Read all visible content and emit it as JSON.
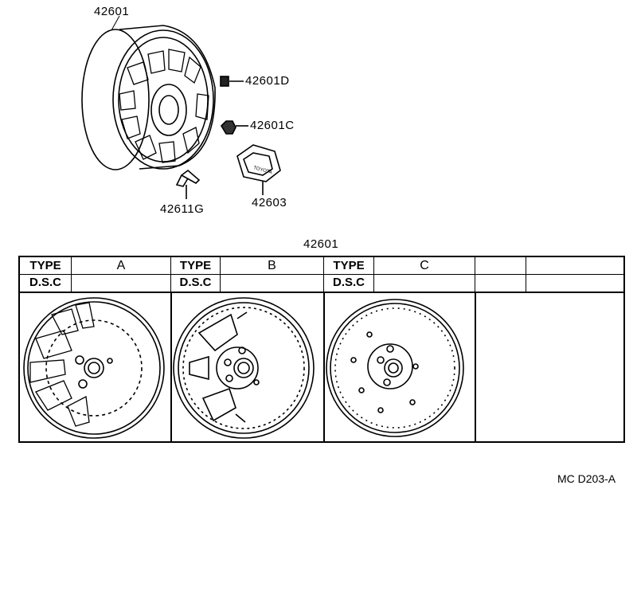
{
  "callouts": {
    "wheel": "42601",
    "nut_d": "42601D",
    "nut_c": "42601C",
    "valve": "42611G",
    "cap": "42603",
    "cap_emboss": "TOYOTA"
  },
  "table": {
    "title": "42601",
    "type_label": "TYPE",
    "dsc_label": "D.S.C",
    "types": [
      "A",
      "B",
      "C"
    ]
  },
  "reference": "MC  D203-A"
}
